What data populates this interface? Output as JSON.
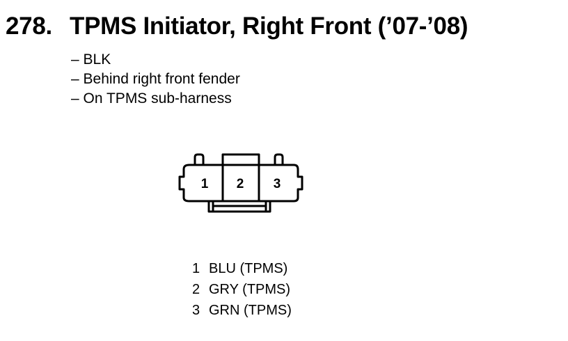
{
  "title": {
    "number": "278.",
    "text": "TPMS Initiator, Right Front (’07-’08)"
  },
  "notes": [
    "– BLK",
    "– Behind right front fender",
    "– On TPMS sub-harness"
  ],
  "connector": {
    "pin_labels": [
      "1",
      "2",
      "3"
    ]
  },
  "pins": [
    {
      "number": "1",
      "label": "BLU (TPMS)"
    },
    {
      "number": "2",
      "label": "GRY (TPMS)"
    },
    {
      "number": "3",
      "label": "GRN (TPMS)"
    }
  ]
}
